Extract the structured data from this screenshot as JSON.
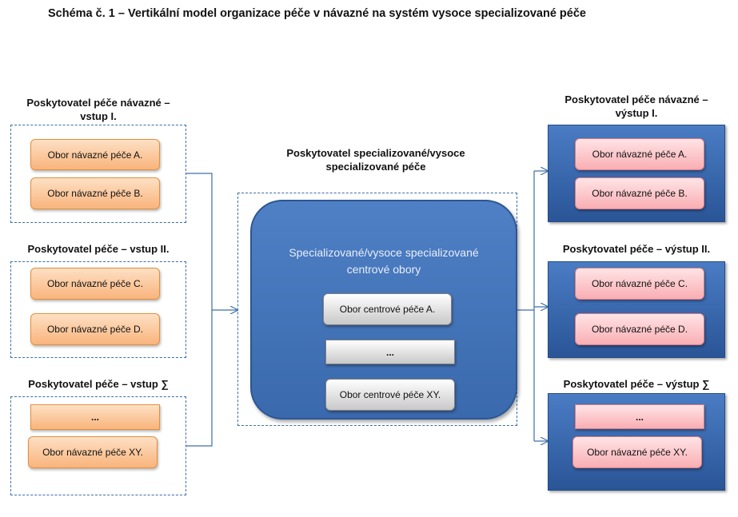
{
  "title": "Schéma č. 1 – Vertikální  model organizace péče v návazné na systém vysoce specializované péče",
  "inputs": [
    {
      "heading_line1": "Poskytovatel péče návazné –",
      "heading_line2": "vstup I.",
      "items": [
        "Obor  návazné péče A.",
        "Obor  návazné péče B."
      ]
    },
    {
      "heading_line1": "Poskytovatel péče – vstup II.",
      "heading_line2": "",
      "items": [
        "Obor  návazné péče C.",
        "Obor  návazné péče D."
      ]
    },
    {
      "heading_line1": "Poskytovatel péče – vstup ∑",
      "heading_line2": "",
      "items": [
        "...",
        "Obor  návazné péče XY."
      ]
    }
  ],
  "center": {
    "heading_line1": "Poskytovatel specializované/vysoce",
    "heading_line2": "specializované péče",
    "box_title_line1": "Specializované/vysoce specializované",
    "box_title_line2": "centrové obory",
    "items": [
      "Obor  centrové péče A.",
      "...",
      "Obor  centrové péče XY."
    ]
  },
  "outputs": [
    {
      "heading_line1": "Poskytovatel péče návazné –",
      "heading_line2": "výstup I.",
      "items": [
        "Obor  návazné péče A.",
        "Obor  návazné péče B."
      ]
    },
    {
      "heading_line1": "Poskytovatel péče – výstup II.",
      "heading_line2": "",
      "items": [
        "Obor  návazné péče C.",
        "Obor  návazné péče D."
      ]
    },
    {
      "heading_line1": "Poskytovatel péče – výstup ∑",
      "heading_line2": "",
      "items": [
        "...",
        "Obor  návazné péče XY."
      ]
    }
  ],
  "colors": {
    "input_box": "#f9b47c",
    "output_box": "#f9aeb3",
    "center_item": "#c8c8c8",
    "panel_blue": "#3a69ad",
    "connector": "#3d6fa8"
  }
}
